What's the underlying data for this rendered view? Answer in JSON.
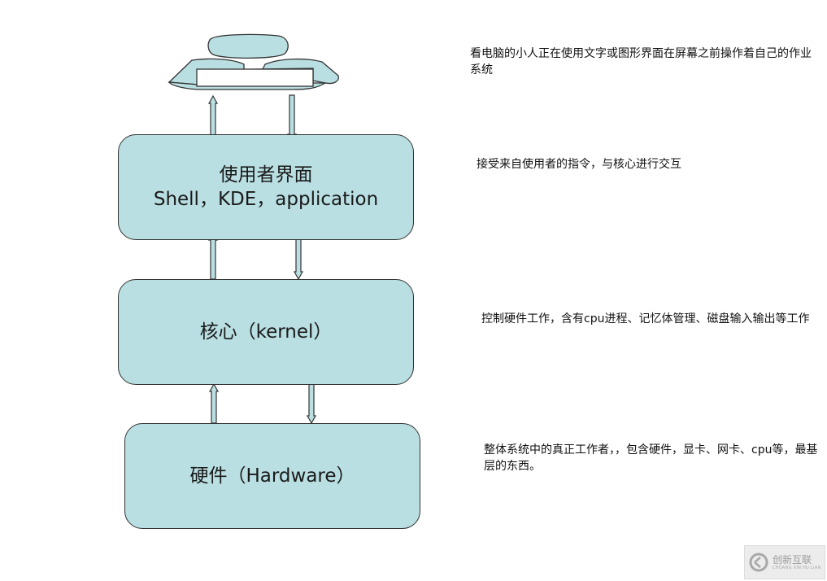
{
  "diagram": {
    "layers": [
      {
        "id": "ui",
        "line1": "使用者界面",
        "line2": "Shell，KDE，application"
      },
      {
        "id": "kernel",
        "line1": "核心（kernel）",
        "line2": ""
      },
      {
        "id": "hardware",
        "line1": "硬件（Hardware）",
        "line2": ""
      }
    ],
    "descriptions": {
      "person": "看电脑的小人正在使用文字或图形界面在屏幕之前操作着自己的作业系统",
      "ui": "接受来自使用者的指令，与核心进行交互",
      "kernel": "控制硬件工作，含有cpu进程、记忆体管理、磁盘输入输出等工作",
      "hardware": "整体系统中的真正工作者，，包含硬件，显卡、网卡、cpu等，最基层的东西。"
    },
    "colors": {
      "box_fill": "#b9dfe2",
      "outline": "#333333"
    }
  },
  "watermark": {
    "brand": "创新互联",
    "sub": "CHUANG XIN HU LIAN"
  }
}
